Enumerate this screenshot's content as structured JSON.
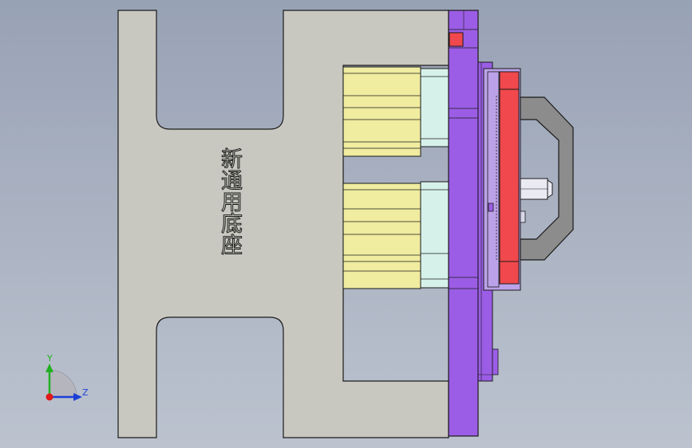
{
  "viewport": {
    "base_label": "新通用底座",
    "colors": {
      "base_plate": "#c8c8c0",
      "slot_yellow": "#f0eca0",
      "cyan_block": "#d6f1ea",
      "purple_plate": "#9b5de5",
      "red_part": "#f0484c",
      "bracket_gray": "#8c8c8c",
      "outline": "#1a1a1a"
    }
  },
  "triad": {
    "y_label": "Y",
    "z_label": "Z",
    "y_color": "#21b021",
    "z_color": "#1d3fd6",
    "x_color": "#e01818"
  }
}
